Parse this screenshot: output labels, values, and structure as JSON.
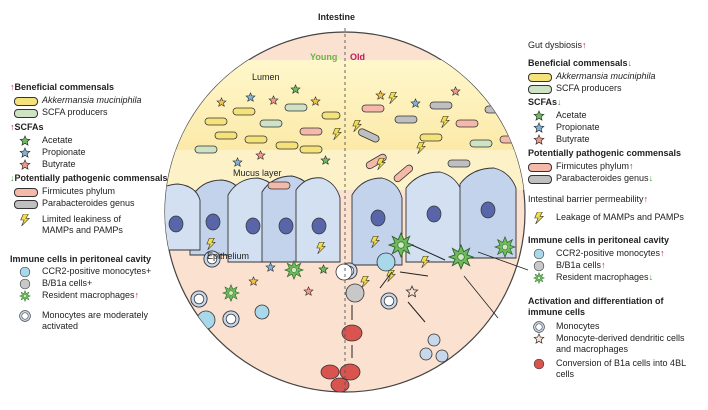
{
  "title": "Intestine",
  "young_label": "Young",
  "old_label": "Old",
  "lumen_label": "Lumen",
  "mucus_label": "Mucus layer",
  "epithelium_label": "Epithelium",
  "colors": {
    "young": "#6db33f",
    "old": "#c2185b",
    "akkermansia": "#f5e37a",
    "scfa_producer": "#cde3c4",
    "firmicutes": "#f4b9a9",
    "parabacteroides": "#bfbfbf",
    "monocyte": "#a8d8ea",
    "b_cell": "#c8c8c8",
    "macrophage": "#5bb35b",
    "plasma": "#d9534f"
  },
  "left": {
    "beneficial_title": "Beneficial commensals",
    "akkermansia": "Akkermansia muciniphila",
    "scfa_producers": "SCFA producers",
    "scfas_title": "SCFAs",
    "acetate": "Acetate",
    "propionate": "Propionate",
    "butyrate": "Butyrate",
    "pathogenic_title": "Potentially pathogenic commensals",
    "firmicutes": "Firmicutes phylum",
    "parabacteroides": "Parabacteroides genus",
    "leakiness_1": "Limited leakiness of",
    "leakiness_2": "MAMPs and PAMPs",
    "immune_title": "Immune cells in peritoneal cavity",
    "ccr2": "CCR2-positive monocytes+",
    "b1a": "B/B1a cells+",
    "resident": "Resident macrophages",
    "monocytes_1": "Monocytes are moderately",
    "monocytes_2": "activated"
  },
  "right": {
    "dysbiosis": "Gut dysbiosis",
    "beneficial_title": "Beneficial commensals",
    "akkermansia": "Akkermansia muciniphila",
    "scfa_producers": "SCFA producers",
    "scfas_title": "SCFAs",
    "acetate": "Acetate",
    "propionate": "Propionate",
    "butyrate": "Butyrate",
    "pathogenic_title": "Potentially pathogenic commensals",
    "firmicutes": "Firmicutes phylum",
    "parabacteroides": "Parabacteroides genus",
    "permeability": "Intestinal barrier permeability",
    "leakage": "Leakage of MAMPs and PAMPs",
    "immune_title": "Immune cells in peritoneal cavity",
    "ccr2": "CCR2-positive monocytes",
    "b1a": "B/B1a cells",
    "resident": "Resident macrophages",
    "activation_title_1": "Activation and differentiation of",
    "activation_title_2": "immune cells",
    "monocytes": "Monocytes",
    "mdc_1": "Monocyte-derived dendritic cells",
    "mdc_2": "and macrophages",
    "conversion_1": "Conversion of B1a cells into 4BL",
    "conversion_2": "cells"
  },
  "arrows": {
    "up": "↑",
    "down": "↓"
  },
  "icons": [
    "lightning-icon",
    "acetate-icon",
    "propionate-icon",
    "butyrate-icon",
    "macrophage-icon",
    "monocyte-icon",
    "b-cell-icon",
    "plasma-cell-icon"
  ]
}
